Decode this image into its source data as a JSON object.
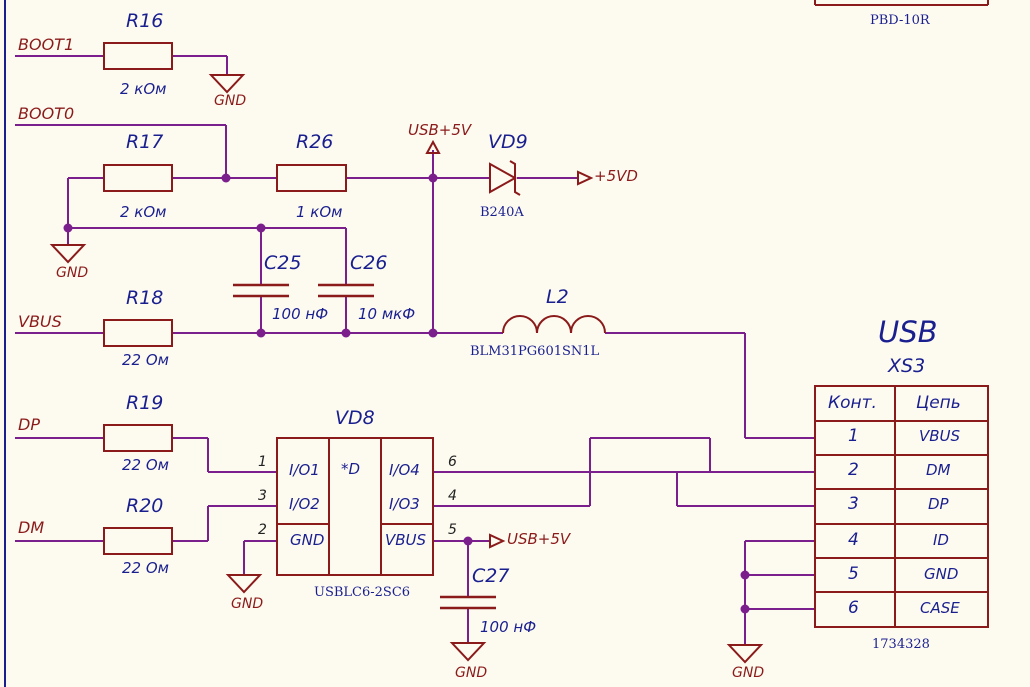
{
  "nets": {
    "boot1": "BOOT1",
    "boot0": "BOOT0",
    "vbus": "VBUS",
    "dp": "DP",
    "dm": "DM"
  },
  "power": {
    "usb5v": "USB+5V",
    "plus5vd": "+5VD",
    "gnd": "GND"
  },
  "resistors": [
    {
      "ref": "R16",
      "value": "2 кОм"
    },
    {
      "ref": "R17",
      "value": "2 кОм"
    },
    {
      "ref": "R26",
      "value": "1 кОм"
    },
    {
      "ref": "R18",
      "value": "22 Ом"
    },
    {
      "ref": "R19",
      "value": "22 Ом"
    },
    {
      "ref": "R20",
      "value": "22 Ом"
    }
  ],
  "capacitors": [
    {
      "ref": "C25",
      "value": "100 нФ"
    },
    {
      "ref": "C26",
      "value": "10 мкФ"
    },
    {
      "ref": "C27",
      "value": "100 нФ"
    }
  ],
  "diode": {
    "ref": "VD9",
    "part": "B240A"
  },
  "inductor": {
    "ref": "L2",
    "part": "BLM31PG601SN1L"
  },
  "esd": {
    "ref": "VD8",
    "part": "USBLC6-2SC6",
    "center": "*D",
    "pins": [
      {
        "name": "I/O1",
        "num": "1"
      },
      {
        "name": "I/O2",
        "num": "3"
      },
      {
        "name": "GND",
        "num": "2"
      },
      {
        "name": "I/O4",
        "num": "6"
      },
      {
        "name": "I/O3",
        "num": "4"
      },
      {
        "name": "VBUS",
        "num": "5"
      }
    ]
  },
  "connector": {
    "title": "USB",
    "ref": "XS3",
    "part": "1734328",
    "header": {
      "contact": "Конт.",
      "net": "Цепь"
    },
    "rows": [
      {
        "num": "1",
        "net": "VBUS"
      },
      {
        "num": "2",
        "net": "DM"
      },
      {
        "num": "3",
        "net": "DP"
      },
      {
        "num": "4",
        "net": "ID"
      },
      {
        "num": "5",
        "net": "GND"
      },
      {
        "num": "6",
        "net": "CASE"
      }
    ]
  },
  "top_part": "PBD-10R",
  "colors": {
    "wire": "#7b1f8c",
    "body": "#8b1a1a",
    "text": "#1a1f8f",
    "background": "#fdfbf0",
    "net_label": "#8b1a1a"
  }
}
